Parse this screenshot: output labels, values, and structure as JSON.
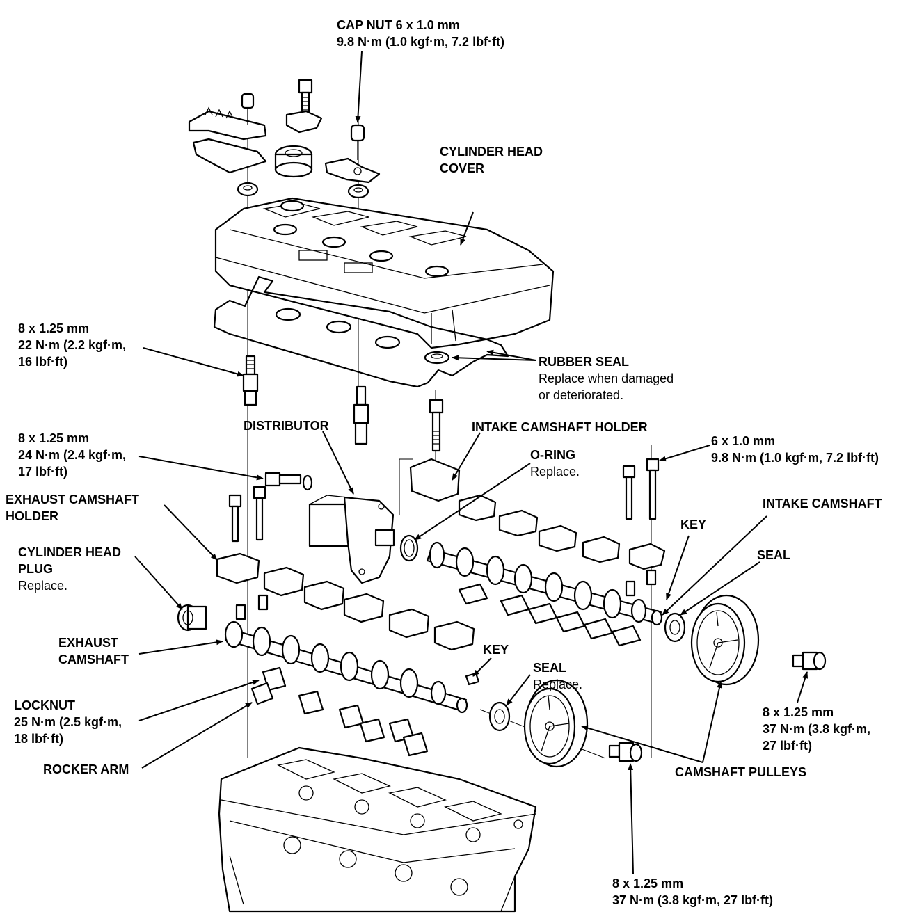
{
  "callouts": {
    "cap_nut": {
      "line1": "CAP NUT 6 x 1.0 mm",
      "line2": "9.8 N·m (1.0 kgf·m, 7.2 lbf·ft)"
    },
    "cylinder_head_cover": {
      "line1": "CYLINDER HEAD",
      "line2": "COVER"
    },
    "stud_bolt": {
      "line1": "8 x 1.25 mm",
      "line2": "22 N·m (2.2 kgf·m,",
      "line3": "16 lbf·ft)"
    },
    "rubber_seal": {
      "line1": "RUBBER SEAL",
      "line2": "Replace when damaged",
      "line3": "or deteriorated."
    },
    "distributor": {
      "line1": "DISTRIBUTOR"
    },
    "intake_camshaft_holder": {
      "line1": "INTAKE CAMSHAFT HOLDER"
    },
    "distributor_bolt": {
      "line1": "8 x 1.25 mm",
      "line2": "24 N·m (2.4 kgf·m,",
      "line3": "17 lbf·ft)"
    },
    "o_ring": {
      "line1": "O-RING",
      "line2": "Replace."
    },
    "holder_bolt": {
      "line1": "6 x 1.0 mm",
      "line2": "9.8 N·m (1.0 kgf·m, 7.2 lbf·ft)"
    },
    "exhaust_camshaft_holder": {
      "line1": "EXHAUST CAMSHAFT",
      "line2": "HOLDER"
    },
    "intake_camshaft": {
      "line1": "INTAKE CAMSHAFT"
    },
    "key_upper": {
      "line1": "KEY"
    },
    "seal_upper": {
      "line1": "SEAL"
    },
    "cylinder_head_plug": {
      "line1": "CYLINDER HEAD",
      "line2": "PLUG",
      "line3": "Replace."
    },
    "exhaust_camshaft": {
      "line1": "EXHAUST",
      "line2": "CAMSHAFT"
    },
    "key_lower": {
      "line1": "KEY"
    },
    "seal_lower": {
      "line1": "SEAL",
      "line2": "Replace."
    },
    "locknut": {
      "line1": "LOCKNUT",
      "line2": "25 N·m (2.5 kgf·m,",
      "line3": "18 lbf·ft)"
    },
    "pulley_bolt_right": {
      "line1": "8 x 1.25 mm",
      "line2": "37 N·m (3.8 kgf·m,",
      "line3": "27 lbf·ft)"
    },
    "rocker_arm": {
      "line1": "ROCKER ARM"
    },
    "camshaft_pulleys": {
      "line1": "CAMSHAFT PULLEYS"
    },
    "pulley_bolt_bottom": {
      "line1": "8 x 1.25 mm",
      "line2": "37 N·m (3.8 kgf·m, 27 lbf·ft)"
    }
  }
}
